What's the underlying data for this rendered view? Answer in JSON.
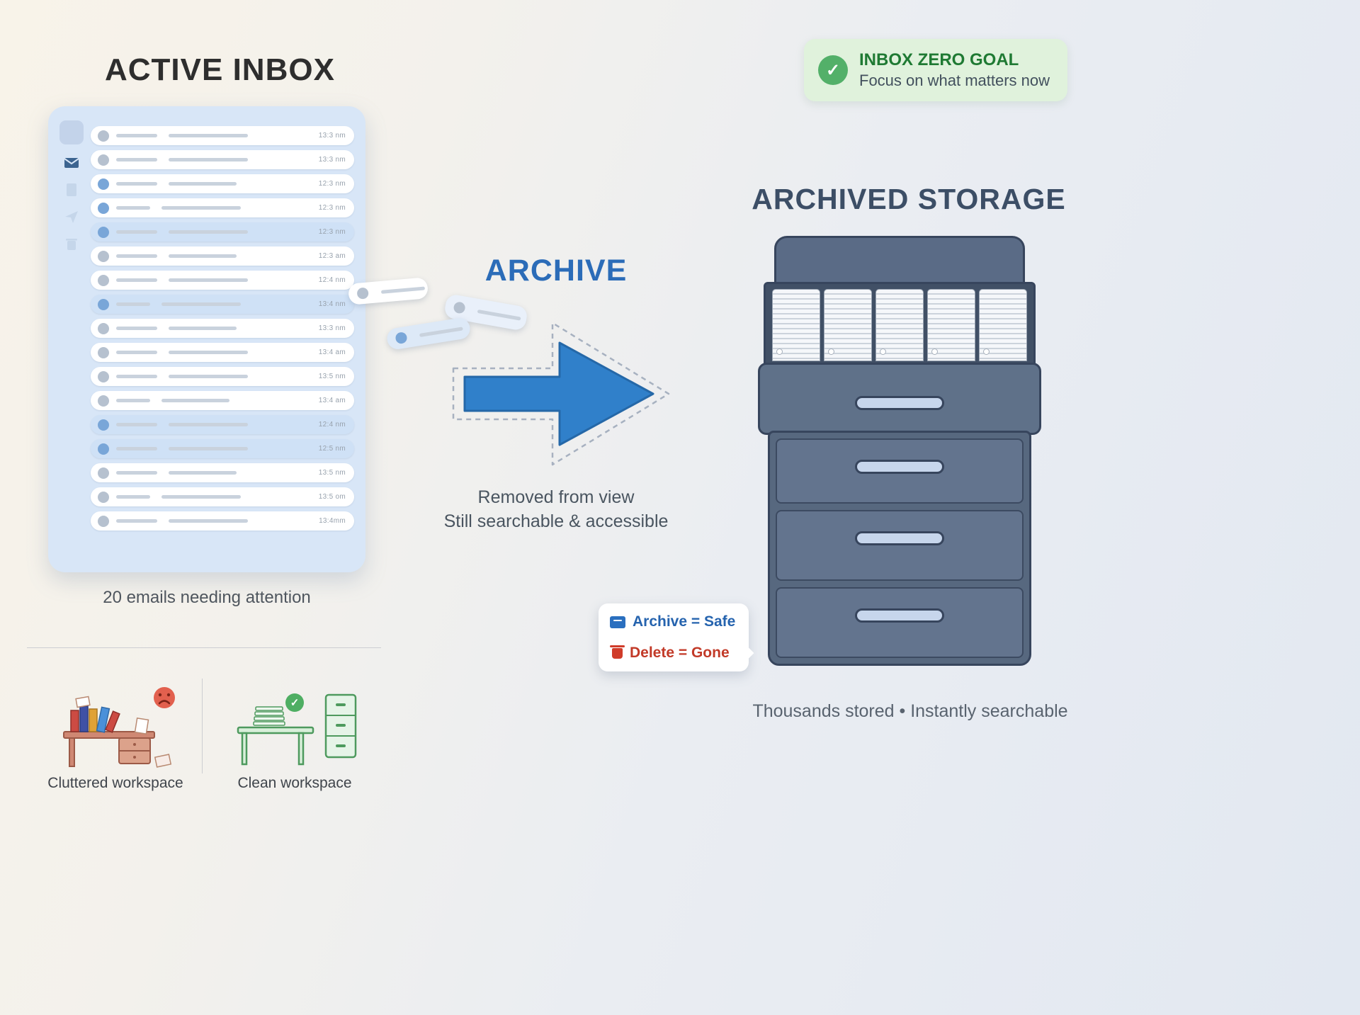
{
  "icons": {
    "check": "✓"
  },
  "active_inbox": {
    "title": "ACTIVE INBOX",
    "caption": "20 emails needing attention",
    "rows": [
      {
        "time": "13:3 nm",
        "highlight": false,
        "avatar": "gray"
      },
      {
        "time": "13:3 nm",
        "highlight": false,
        "avatar": "gray"
      },
      {
        "time": "12:3 nm",
        "highlight": false,
        "avatar": "blue"
      },
      {
        "time": "12:3 nm",
        "highlight": false,
        "avatar": "blue"
      },
      {
        "time": "12:3 nm",
        "highlight": true,
        "avatar": "blue"
      },
      {
        "time": "12:3 am",
        "highlight": false,
        "avatar": "gray"
      },
      {
        "time": "12:4 nm",
        "highlight": false,
        "avatar": "gray"
      },
      {
        "time": "13:4 nm",
        "highlight": true,
        "avatar": "blue"
      },
      {
        "time": "13:3 nm",
        "highlight": false,
        "avatar": "gray"
      },
      {
        "time": "13:4 am",
        "highlight": false,
        "avatar": "gray"
      },
      {
        "time": "13:5 nm",
        "highlight": false,
        "avatar": "gray"
      },
      {
        "time": "13:4 am",
        "highlight": false,
        "avatar": "gray"
      },
      {
        "time": "12:4 nm",
        "highlight": true,
        "avatar": "blue"
      },
      {
        "time": "12:5 nm",
        "highlight": true,
        "avatar": "blue"
      },
      {
        "time": "13:5 nm",
        "highlight": false,
        "avatar": "gray"
      },
      {
        "time": "13:5 om",
        "highlight": false,
        "avatar": "gray"
      },
      {
        "time": "13:4mm",
        "highlight": false,
        "avatar": "gray"
      }
    ]
  },
  "archive": {
    "title": "ARCHIVE",
    "line1": "Removed from view",
    "line2": "Still searchable & accessible"
  },
  "storage": {
    "title": "ARCHIVED STORAGE",
    "caption": "Thousands stored • Instantly searchable"
  },
  "goal_badge": {
    "title": "INBOX ZERO GOAL",
    "subtitle": "Focus on what matters now"
  },
  "legend_card": {
    "archive_label": "Archive = Safe",
    "delete_label": "Delete = Gone"
  },
  "workspaces": {
    "cluttered_label": "Cluttered workspace",
    "clean_label": "Clean workspace"
  },
  "colors": {
    "accent_blue": "#2b6cb8",
    "slate": "#3c4e66",
    "green": "#1f7a33",
    "red": "#c23a28"
  }
}
